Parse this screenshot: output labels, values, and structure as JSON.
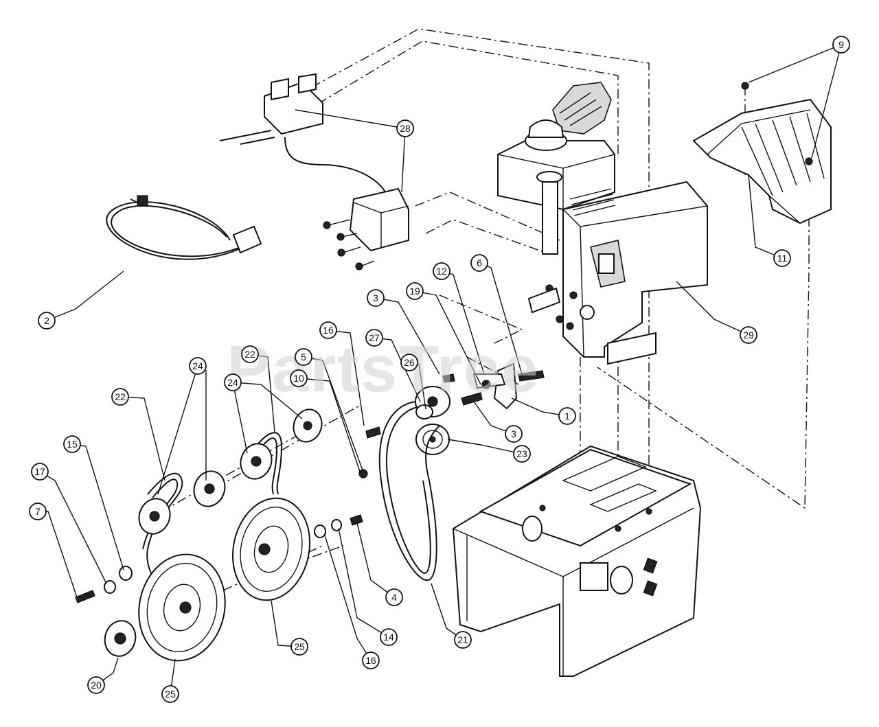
{
  "watermark": "PartsTree",
  "callouts": {
    "c1": "1",
    "c2": "2",
    "c3a": "3",
    "c3b": "3",
    "c4": "4",
    "c5": "5",
    "c6": "6",
    "c7": "7",
    "c9": "9",
    "c10": "10",
    "c11": "11",
    "c12": "12",
    "c14": "14",
    "c15": "15",
    "c16a": "16",
    "c16b": "16",
    "c17": "17",
    "c19": "19",
    "c20": "20",
    "c21": "21",
    "c22a": "22",
    "c22b": "22",
    "c23": "23",
    "c24a": "24",
    "c24b": "24",
    "c25a": "25",
    "c25b": "25",
    "c26": "26",
    "c27": "27",
    "c28": "28",
    "c29": "29"
  }
}
